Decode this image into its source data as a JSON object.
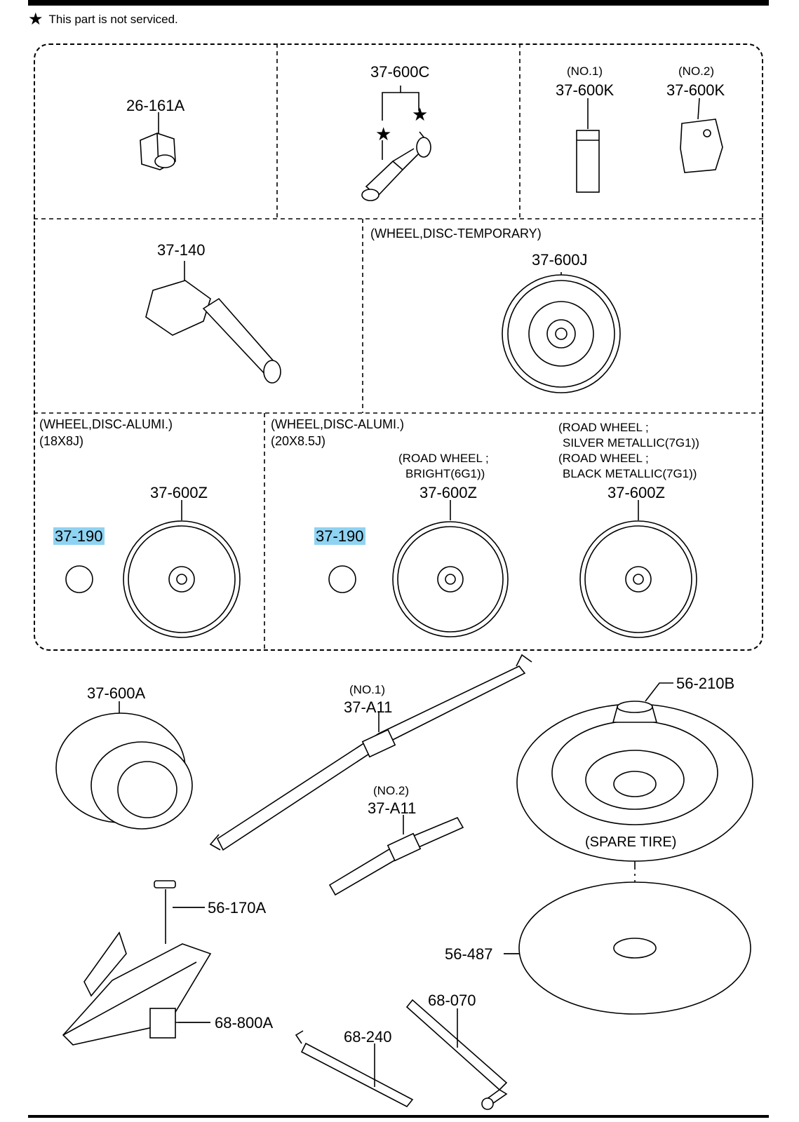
{
  "note": {
    "symbol": "★",
    "text": "This part is not serviced."
  },
  "panels": {
    "nut": {
      "part": "26-161A"
    },
    "valve": {
      "part": "37-600C"
    },
    "weights": {
      "no1": {
        "tag": "(NO.1)",
        "part": "37-600K"
      },
      "no2": {
        "tag": "(NO.2)",
        "part": "37-600K"
      }
    },
    "sensor": {
      "part": "37-140"
    },
    "temporary": {
      "heading": "(WHEEL,DISC-TEMPORARY)",
      "part": "37-600J"
    },
    "alumi18": {
      "heading1": "(WHEEL,DISC-ALUMI.)",
      "heading2": "(18X8J)",
      "cap_part": "37-190",
      "wheel_part": "37-600Z"
    },
    "alumi20": {
      "heading1": "(WHEEL,DISC-ALUMI.)",
      "heading2": "(20X8.5J)",
      "cap_part": "37-190",
      "bright_line1": "(ROAD WHEEL ;",
      "bright_line2": "BRIGHT(6G1))",
      "bright_part": "37-600Z",
      "silver_line1": "(ROAD WHEEL ;",
      "silver_line2": "SILVER METALLIC(7G1))",
      "black_line1": "(ROAD WHEEL ;",
      "black_line2": "BLACK METALLIC(7G1))",
      "metallic_part": "37-600Z"
    }
  },
  "lower": {
    "tire": "37-600A",
    "strap1": {
      "tag": "(NO.1)",
      "part": "37-A11"
    },
    "strap2": {
      "tag": "(NO.2)",
      "part": "37-A11"
    },
    "spare_bolt": "56-210B",
    "spare_label": "(SPARE TIRE)",
    "jack_bolt": "56-170A",
    "jack": "68-800A",
    "tray": "56-487",
    "handle": "68-240",
    "wrench": "68-070"
  },
  "colors": {
    "highlight": "#8fd3f2",
    "line": "#000000"
  }
}
